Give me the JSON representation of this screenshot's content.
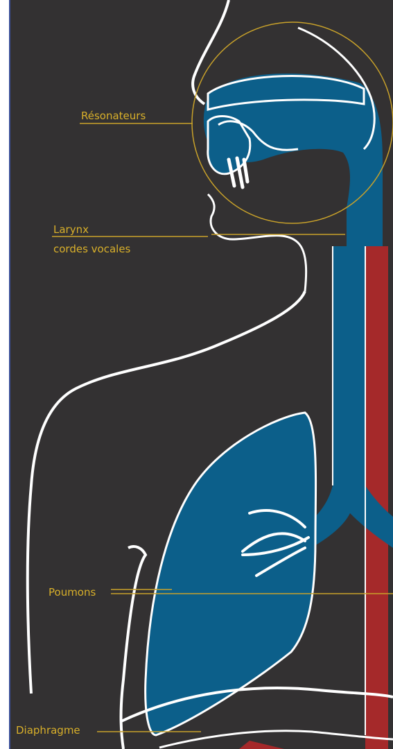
{
  "labels": {
    "resonateurs": "Résonateurs",
    "larynx": "Larynx",
    "cordes_vocales": "cordes vocales",
    "poumons": "Poumons",
    "diaphragme": "Diaphragme"
  },
  "colors": {
    "background": "#333132",
    "airway_blue": "#0c5f8a",
    "esophagus_red": "#a5292a",
    "outline_white": "#ffffff",
    "label_gold": "#d9b02a"
  }
}
